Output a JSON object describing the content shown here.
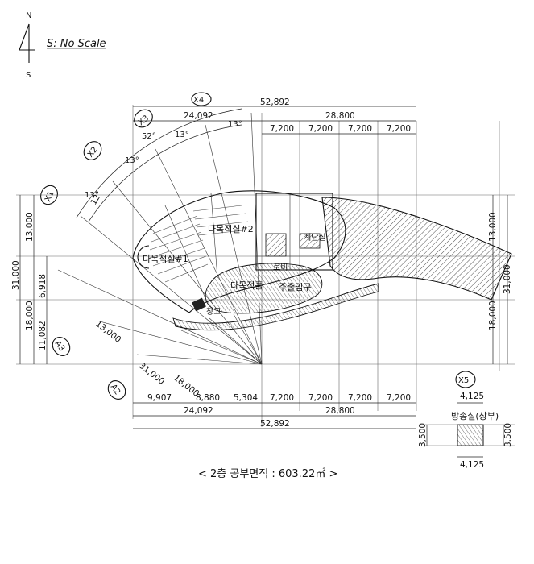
{
  "compass": {
    "north": "N",
    "south": "S"
  },
  "scale_note": "S: No Scale",
  "caption": "< 2층 공부면적 : 603.22㎡ >",
  "axes": {
    "x1": "X1",
    "x2": "X2",
    "x3": "X3",
    "x4": "X4",
    "x5": "X5",
    "a2": "A2",
    "a3": "A3"
  },
  "top_dims": {
    "overall": "52,892",
    "left": "24,092",
    "right": "28,800",
    "bays": [
      "7,200",
      "7,200",
      "7,200",
      "7,200"
    ]
  },
  "bottom_dims": {
    "segments": [
      "9,907",
      "8,880",
      "5,304",
      "7,200",
      "7,200",
      "7,200",
      "7,200"
    ],
    "left": "24,092",
    "right": "28,800",
    "overall": "52,892"
  },
  "left_dims": {
    "top": "13,000",
    "total": "31,000",
    "mid": "6,918",
    "bottom": "18,000",
    "bottom2": "11,082"
  },
  "right_dims": {
    "top": "13,000",
    "total": "31,000",
    "bottom": "18,000"
  },
  "angles": {
    "a52": "52°",
    "a13a": "13°",
    "a13b": "13°",
    "a13c": "13°",
    "a13d": "13°",
    "a12": "12°"
  },
  "radial_dims": {
    "r13000": "13,000",
    "r31000": "31,000",
    "r18000": "18,000"
  },
  "rooms": {
    "multi1": "다목적실#1",
    "multi2": "다목적실#2",
    "lobby": "로비",
    "multi_hall": "다목적홀",
    "entrance": "주출입구",
    "storage": "창고",
    "stair": "계단실"
  },
  "inset": {
    "title": "방송실(상부)",
    "top": "4,125",
    "bottom": "4,125",
    "left": "3,500",
    "right": "3,500"
  }
}
